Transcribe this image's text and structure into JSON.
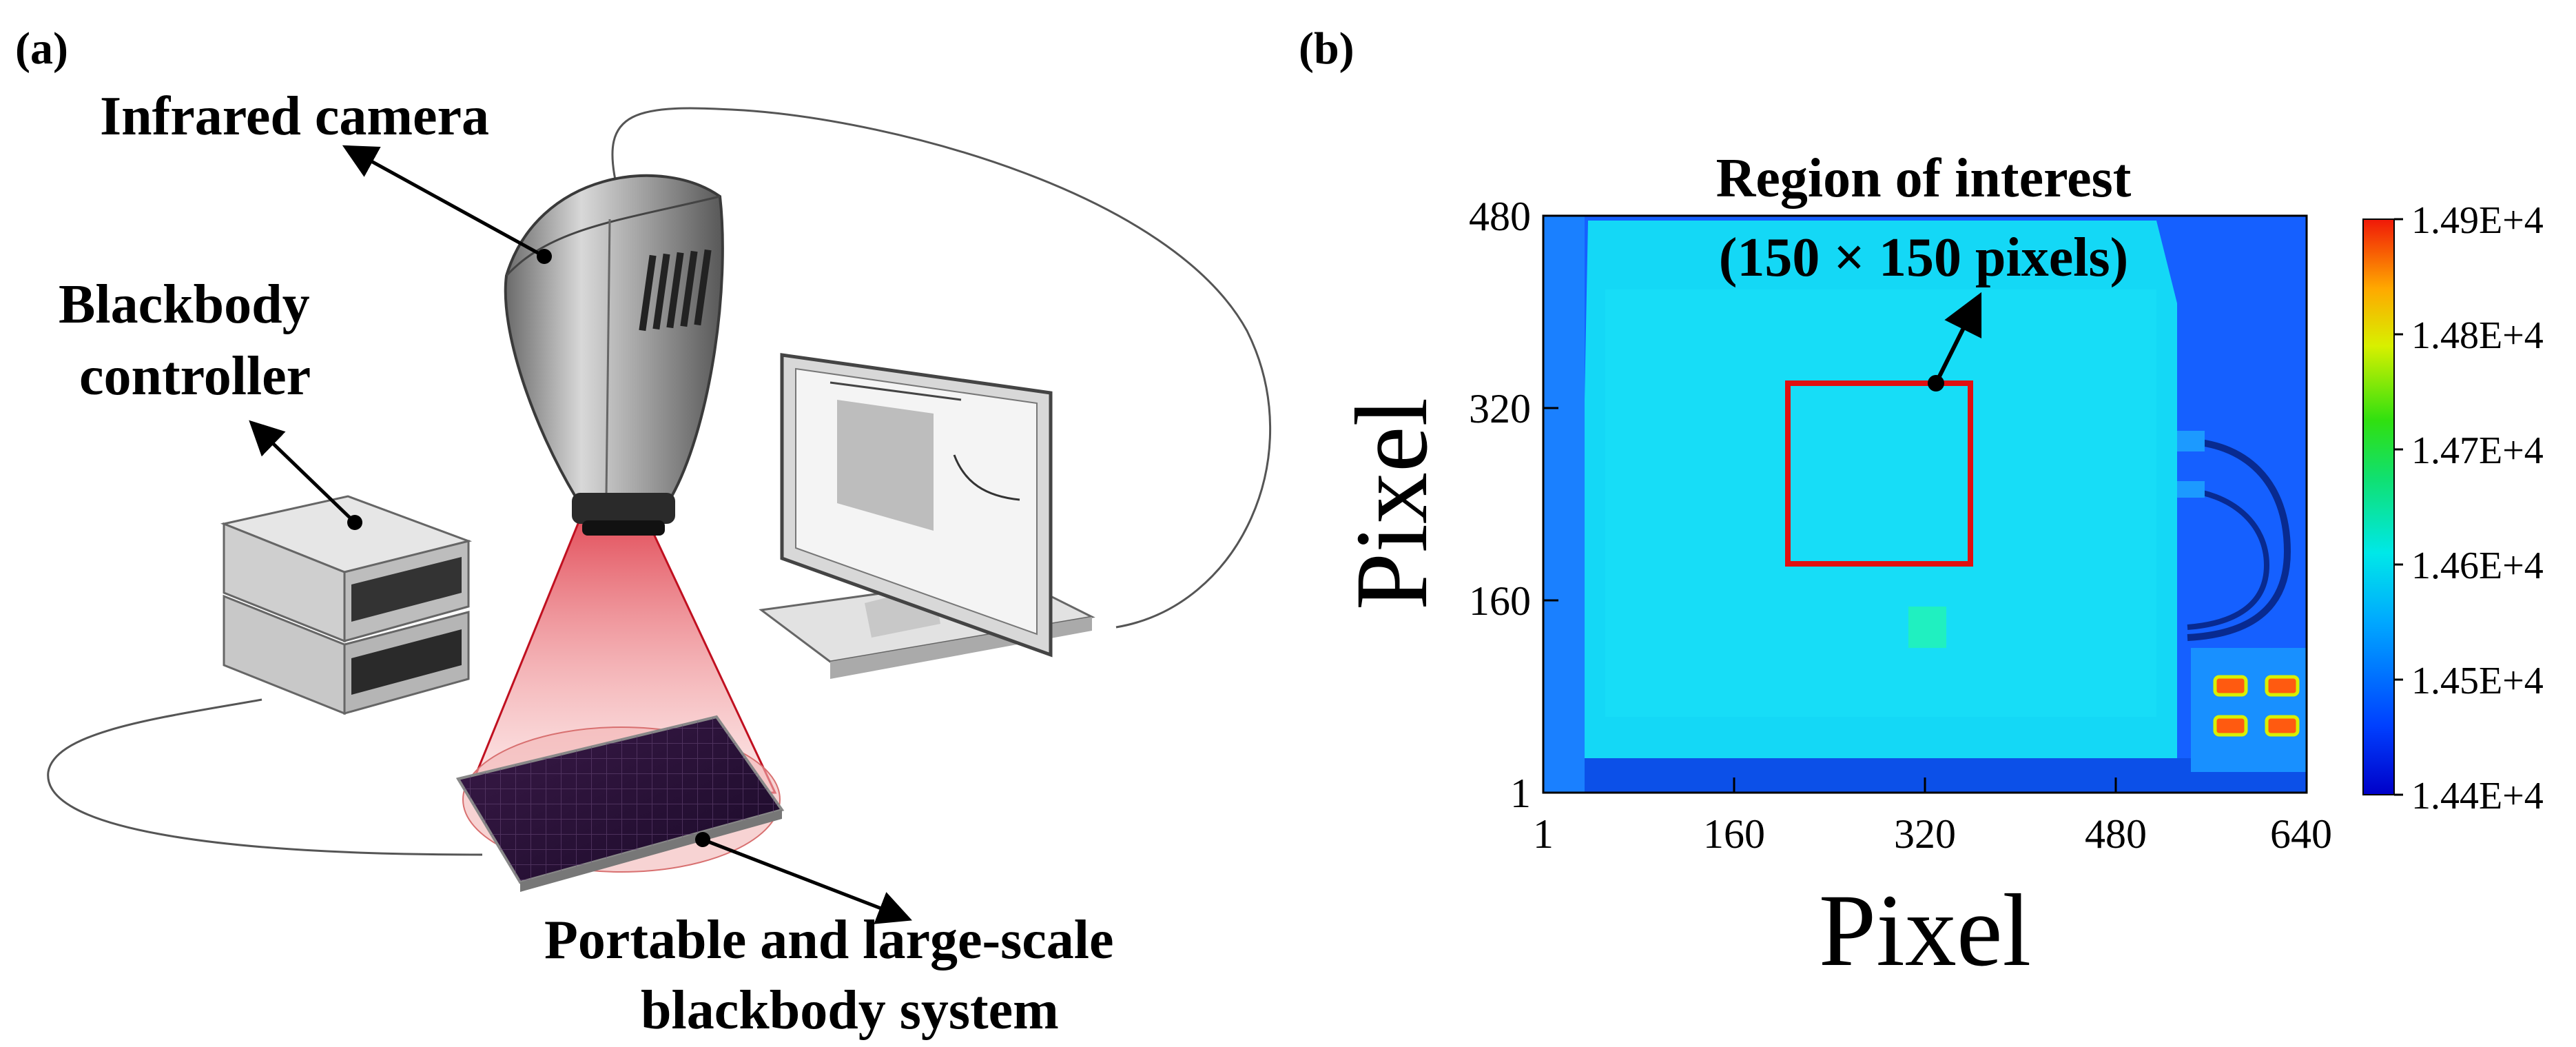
{
  "panel_a": {
    "label": "(a)",
    "camera_label": "Infrared camera",
    "controller_label_line1": "Blackbody",
    "controller_label_line2": "controller",
    "system_label_line1": "Portable and large-scale",
    "system_label_line2": "blackbody system"
  },
  "panel_b": {
    "label": "(b)",
    "roi_label_line1": "Region of interest",
    "roi_label_line2": "(150 × 150 pixels)",
    "x_axis_title": "Pixel",
    "y_axis_title": "Pixel",
    "x_ticks": [
      "1",
      "160",
      "320",
      "480",
      "640"
    ],
    "y_ticks": [
      "480",
      "320",
      "160",
      "1"
    ],
    "colorbar_ticks": [
      "1.49E+4",
      "1.48E+4",
      "1.47E+4",
      "1.46E+4",
      "1.45E+4",
      "1.44E+4"
    ],
    "colors": {
      "background": "#1560ff",
      "blackbody": "#14d8f6",
      "roi_box": "#e01010",
      "hot_spots": "#ff5a10"
    }
  },
  "chart_data": {
    "type": "heatmap",
    "xlabel": "Pixel",
    "ylabel": "Pixel",
    "xlim": [
      1,
      640
    ],
    "ylim": [
      1,
      480
    ],
    "x_ticks": [
      1,
      160,
      320,
      480,
      640
    ],
    "y_ticks": [
      1,
      160,
      320,
      480
    ],
    "colorbar_range": [
      14400,
      14900
    ],
    "colorbar_ticks": [
      14400,
      14500,
      14600,
      14700,
      14800,
      14900
    ],
    "region_of_interest": {
      "x_range": [
        200,
        350
      ],
      "y_range": [
        190,
        340
      ],
      "size": "150 × 150 pixels"
    }
  }
}
